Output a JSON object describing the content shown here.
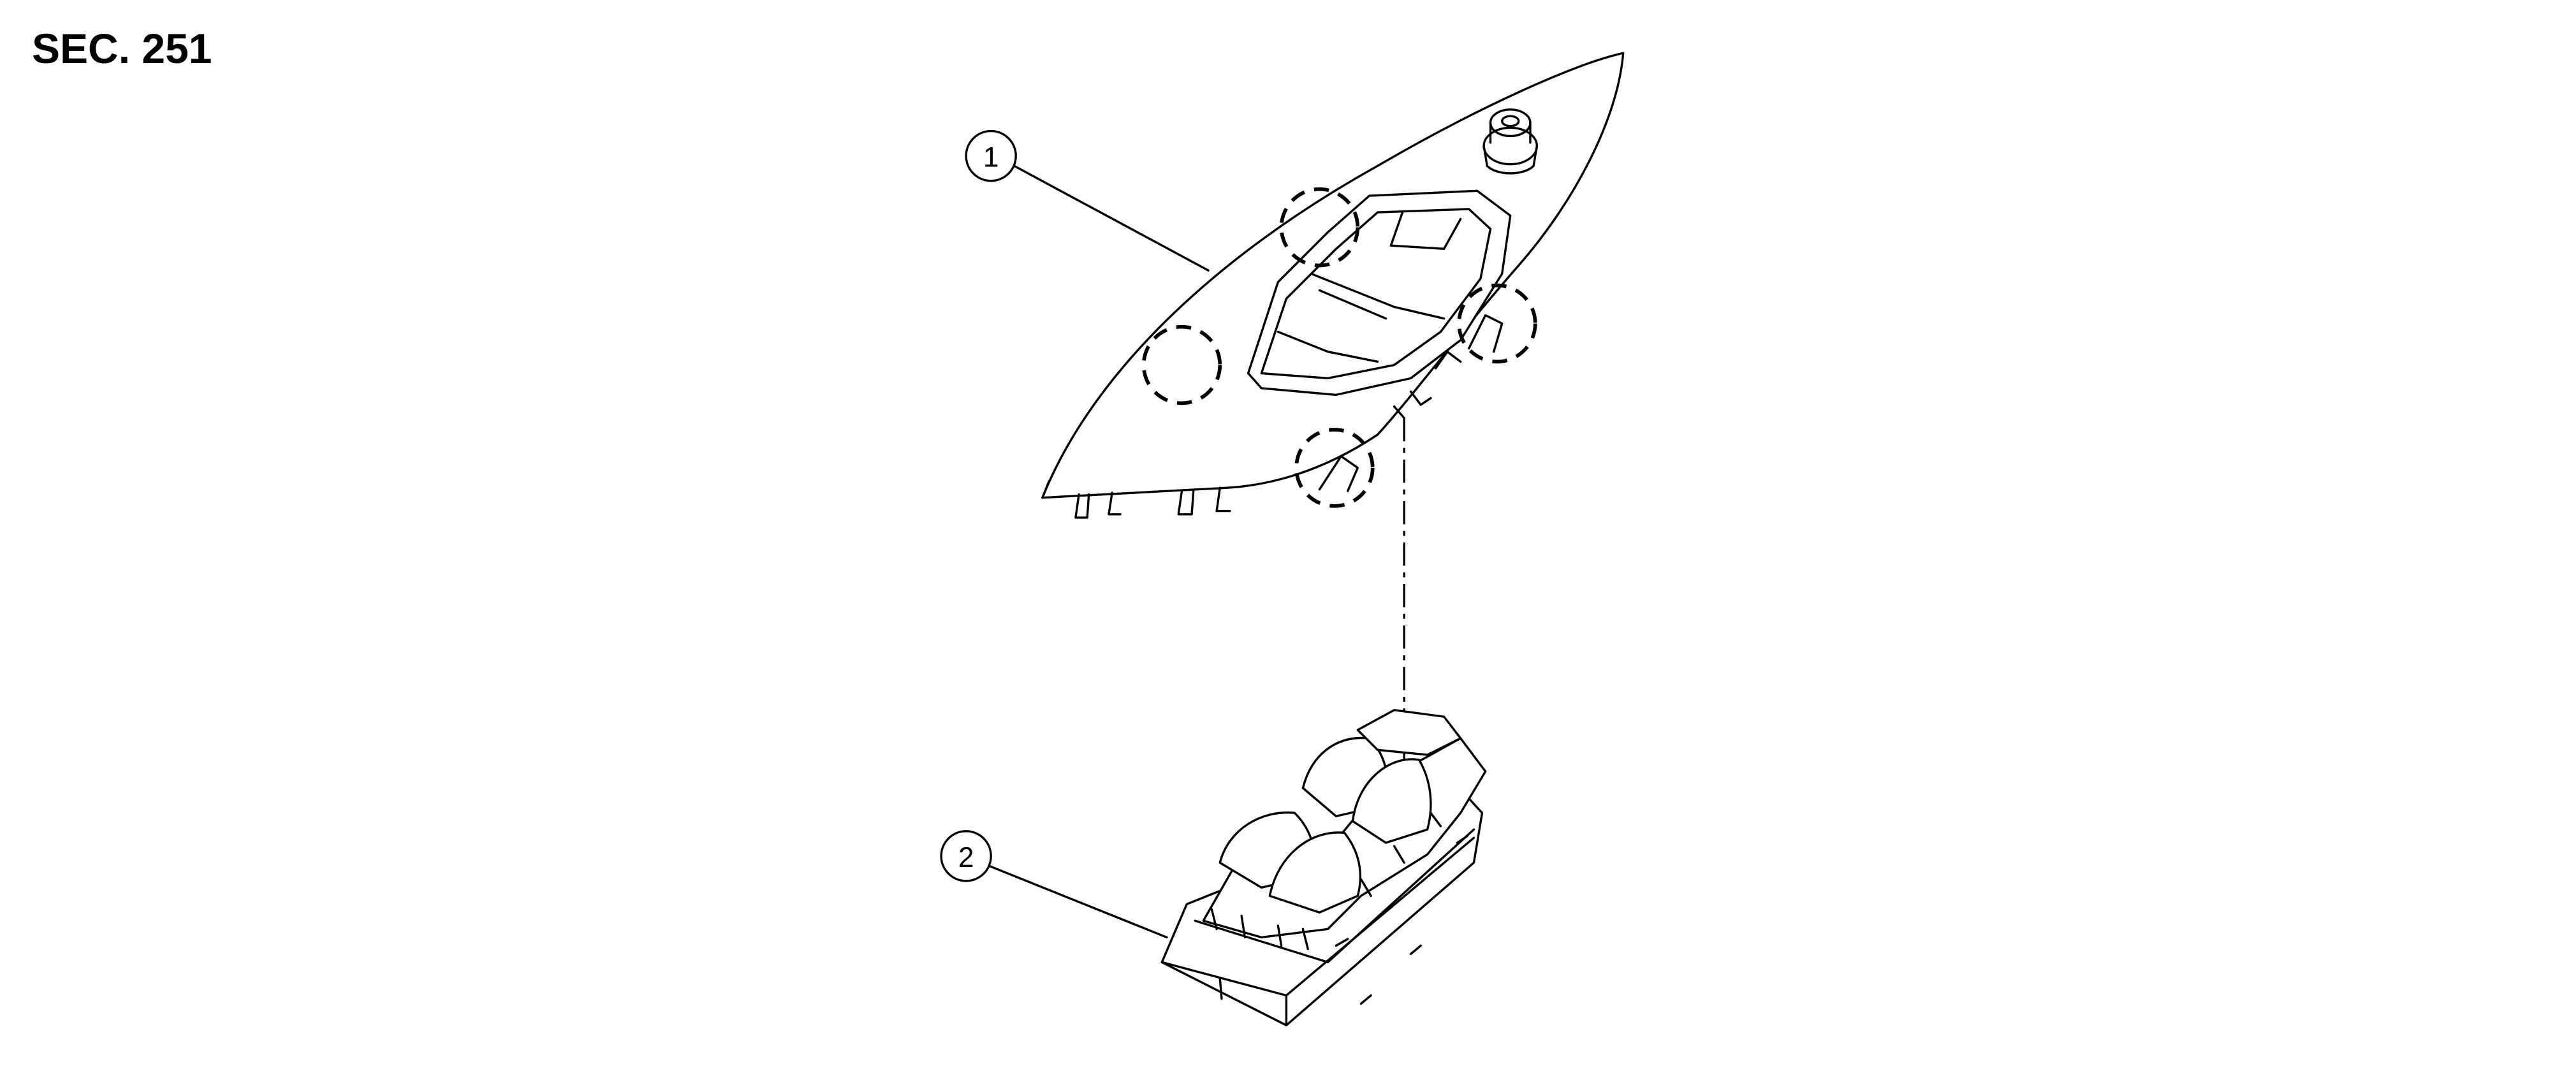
{
  "header": {
    "section": "SEC. 251"
  },
  "callouts": [
    {
      "number": "1"
    },
    {
      "number": "2"
    }
  ],
  "colors": {
    "line": "#000000",
    "background": "#ffffff"
  }
}
